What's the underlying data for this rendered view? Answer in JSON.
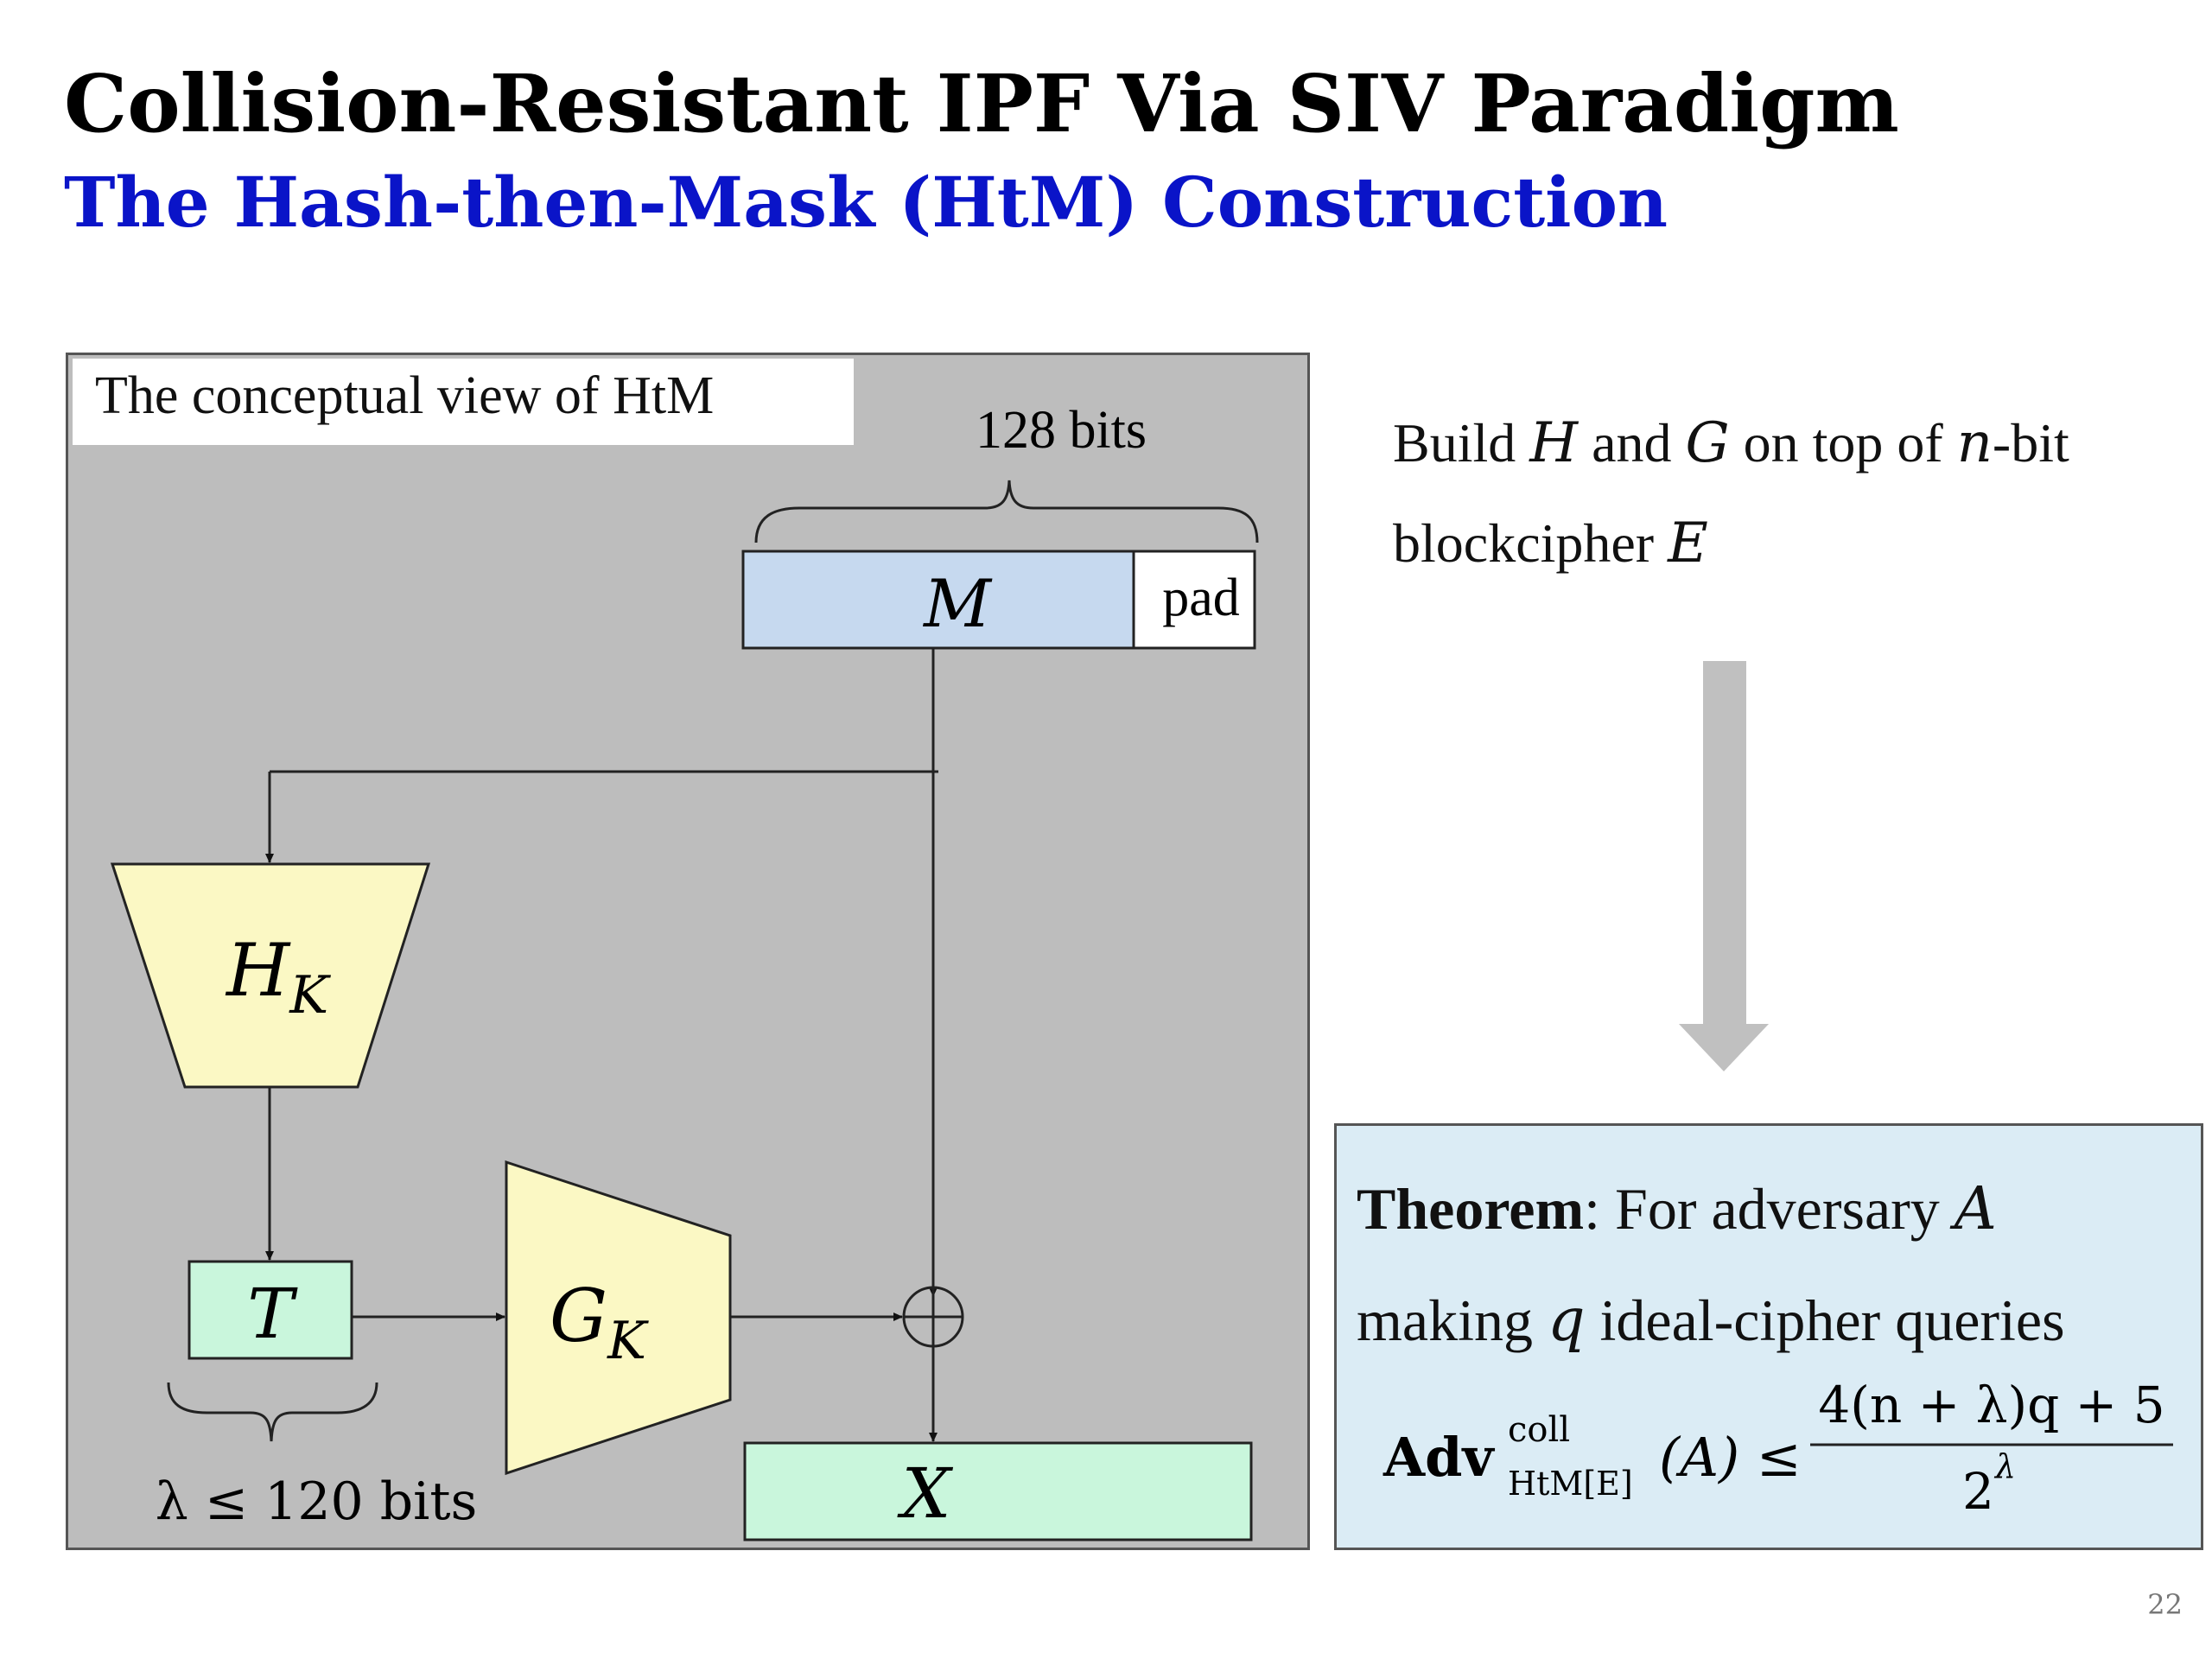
{
  "slide": {
    "title": "Collision-Resistant IPF Via SIV Paradigm",
    "subtitle": "The Hash-then-Mask (HtM) Construction",
    "page_number": "22"
  },
  "diagram": {
    "caption": "The conceptual view of HtM",
    "top_brace_label": "128 bits",
    "message_label": "M",
    "pad_label": "pad",
    "hash_label": "H",
    "hash_subscript": "K",
    "tag_label": "T",
    "mask_label": "G",
    "mask_subscript": "K",
    "output_label": "X",
    "bottom_brace_label": "λ ≤ 120 bits",
    "xor_symbol": "⊕"
  },
  "note": {
    "part1": "Build ",
    "H": "H",
    "part2": " and ",
    "G": "G",
    "part3": " on top of ",
    "n": "n",
    "part4": "-bit blockcipher ",
    "E": "E"
  },
  "theorem": {
    "heading": "Theorem",
    "line1_text": ": For adversary ",
    "A": "A",
    "line2_a": "making ",
    "q": "q",
    "line2_b": " ideal-cipher queries",
    "adv": "Adv",
    "sup": "coll",
    "sub": "HtM[E]",
    "arg": "(A) ≤",
    "numerator": "4(n + λ)q + 5",
    "denominator": "2",
    "denominator_exp": "λ"
  },
  "colors": {
    "panel_bg": "#bdbdbd",
    "message_fill": "#c6d9ef",
    "function_fill": "#fbf8c4",
    "tag_fill": "#c9f6dc",
    "theorem_bg": "#dbecf5",
    "title_blue": "#0a14c8",
    "arrow_gray": "#c0c0c0"
  }
}
